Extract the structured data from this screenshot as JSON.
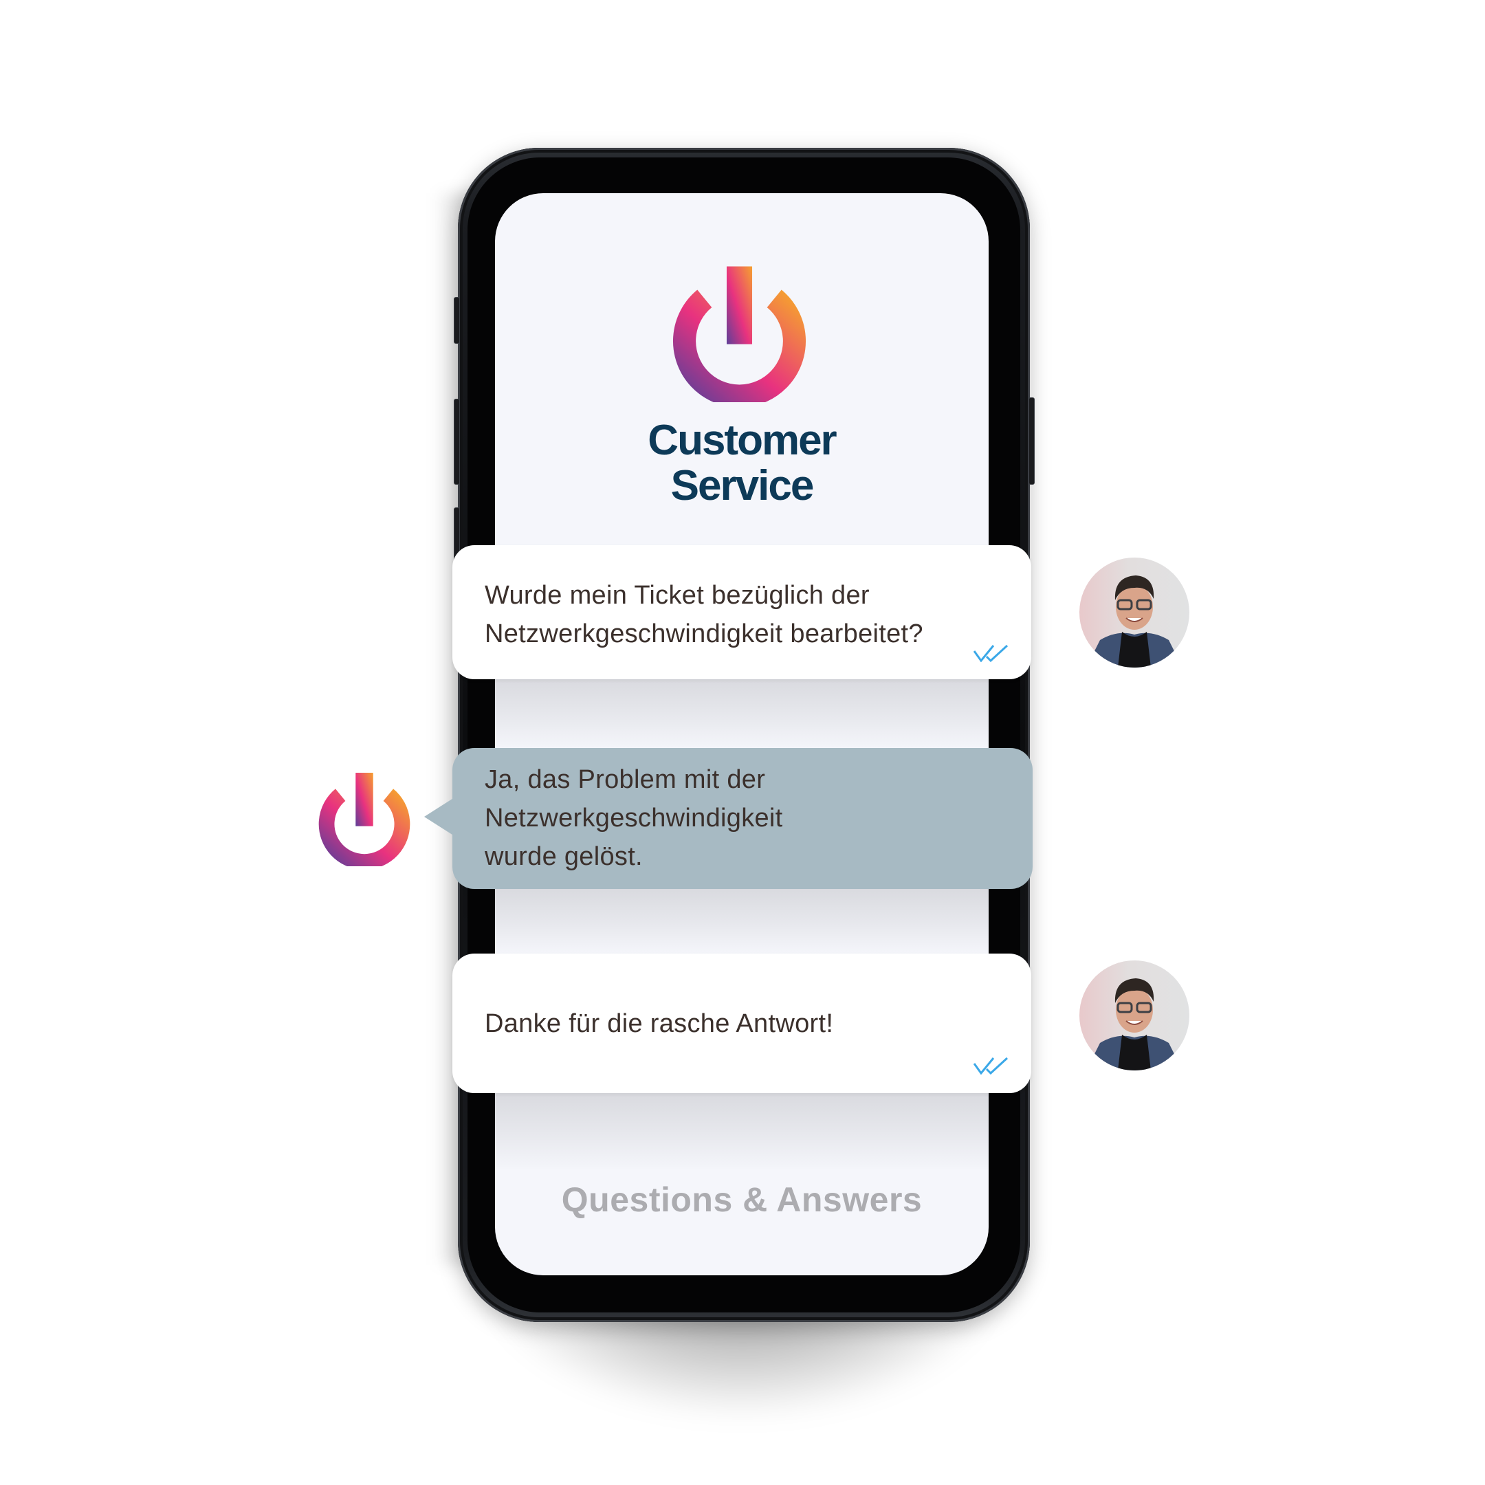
{
  "app": {
    "title_line1": "Customer",
    "title_line2": "Service",
    "logo_icon": "power-icon",
    "footer_label": "Questions & Answers"
  },
  "colors": {
    "title": "#0D3A58",
    "message_text": "#3B302C",
    "reply_bubble": "#A7BAC3",
    "read_receipt": "#3AA8E8",
    "footer_text": "#ACACB0",
    "logo_gradient": [
      "#6A3E97",
      "#E8327F",
      "#F39237"
    ]
  },
  "chat": {
    "messages": [
      {
        "sender": "customer",
        "text": "Wurde mein Ticket bezüglich der\nNetzwerkgeschwindigkeit bearbeitet?",
        "status_icon": "double-check-icon",
        "avatar": "customer-avatar"
      },
      {
        "sender": "support",
        "text": "Ja, das Problem mit der\nNetzwerkgeschwindigkeit\nwurde gelöst.",
        "avatar": "power-icon"
      },
      {
        "sender": "customer",
        "text": "Danke für die rasche Antwort!",
        "status_icon": "double-check-icon",
        "avatar": "customer-avatar"
      }
    ]
  }
}
